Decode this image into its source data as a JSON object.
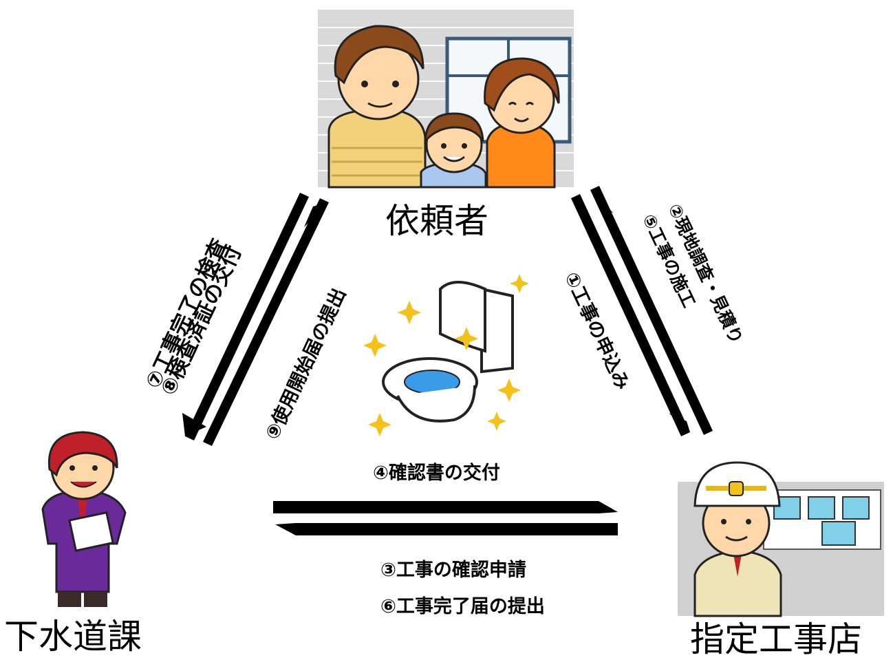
{
  "nodes": {
    "client": "依頼者",
    "sewer_dept": "下水道課",
    "contractor": "指定工事店"
  },
  "steps": {
    "s1": "①工事の申込み",
    "s2": "②現地調査・見積り",
    "s5": "⑤工事の施工",
    "s4": "④確認書の交付",
    "s3": "③工事の確認申請",
    "s6": "⑥工事完了届の提出",
    "s7": "⑦工事完了の検査",
    "s8": "⑧検査済証の交付",
    "s9": "⑨使用開始届の提出"
  },
  "colors": {
    "arrow": "#000000",
    "wall": "#d8d8d8",
    "shirt_father": "#f2d17a",
    "shirt_mother": "#ff8a1a",
    "shirt_child": "#a9c8ee",
    "hair": "#8a4a1c",
    "skin": "#ffd7a8",
    "suit": "#6a2a9a",
    "hair_red": "#c0202a",
    "building": "#7fd0e8",
    "sparkle": "#f3c21a",
    "water": "#3a9be8"
  }
}
